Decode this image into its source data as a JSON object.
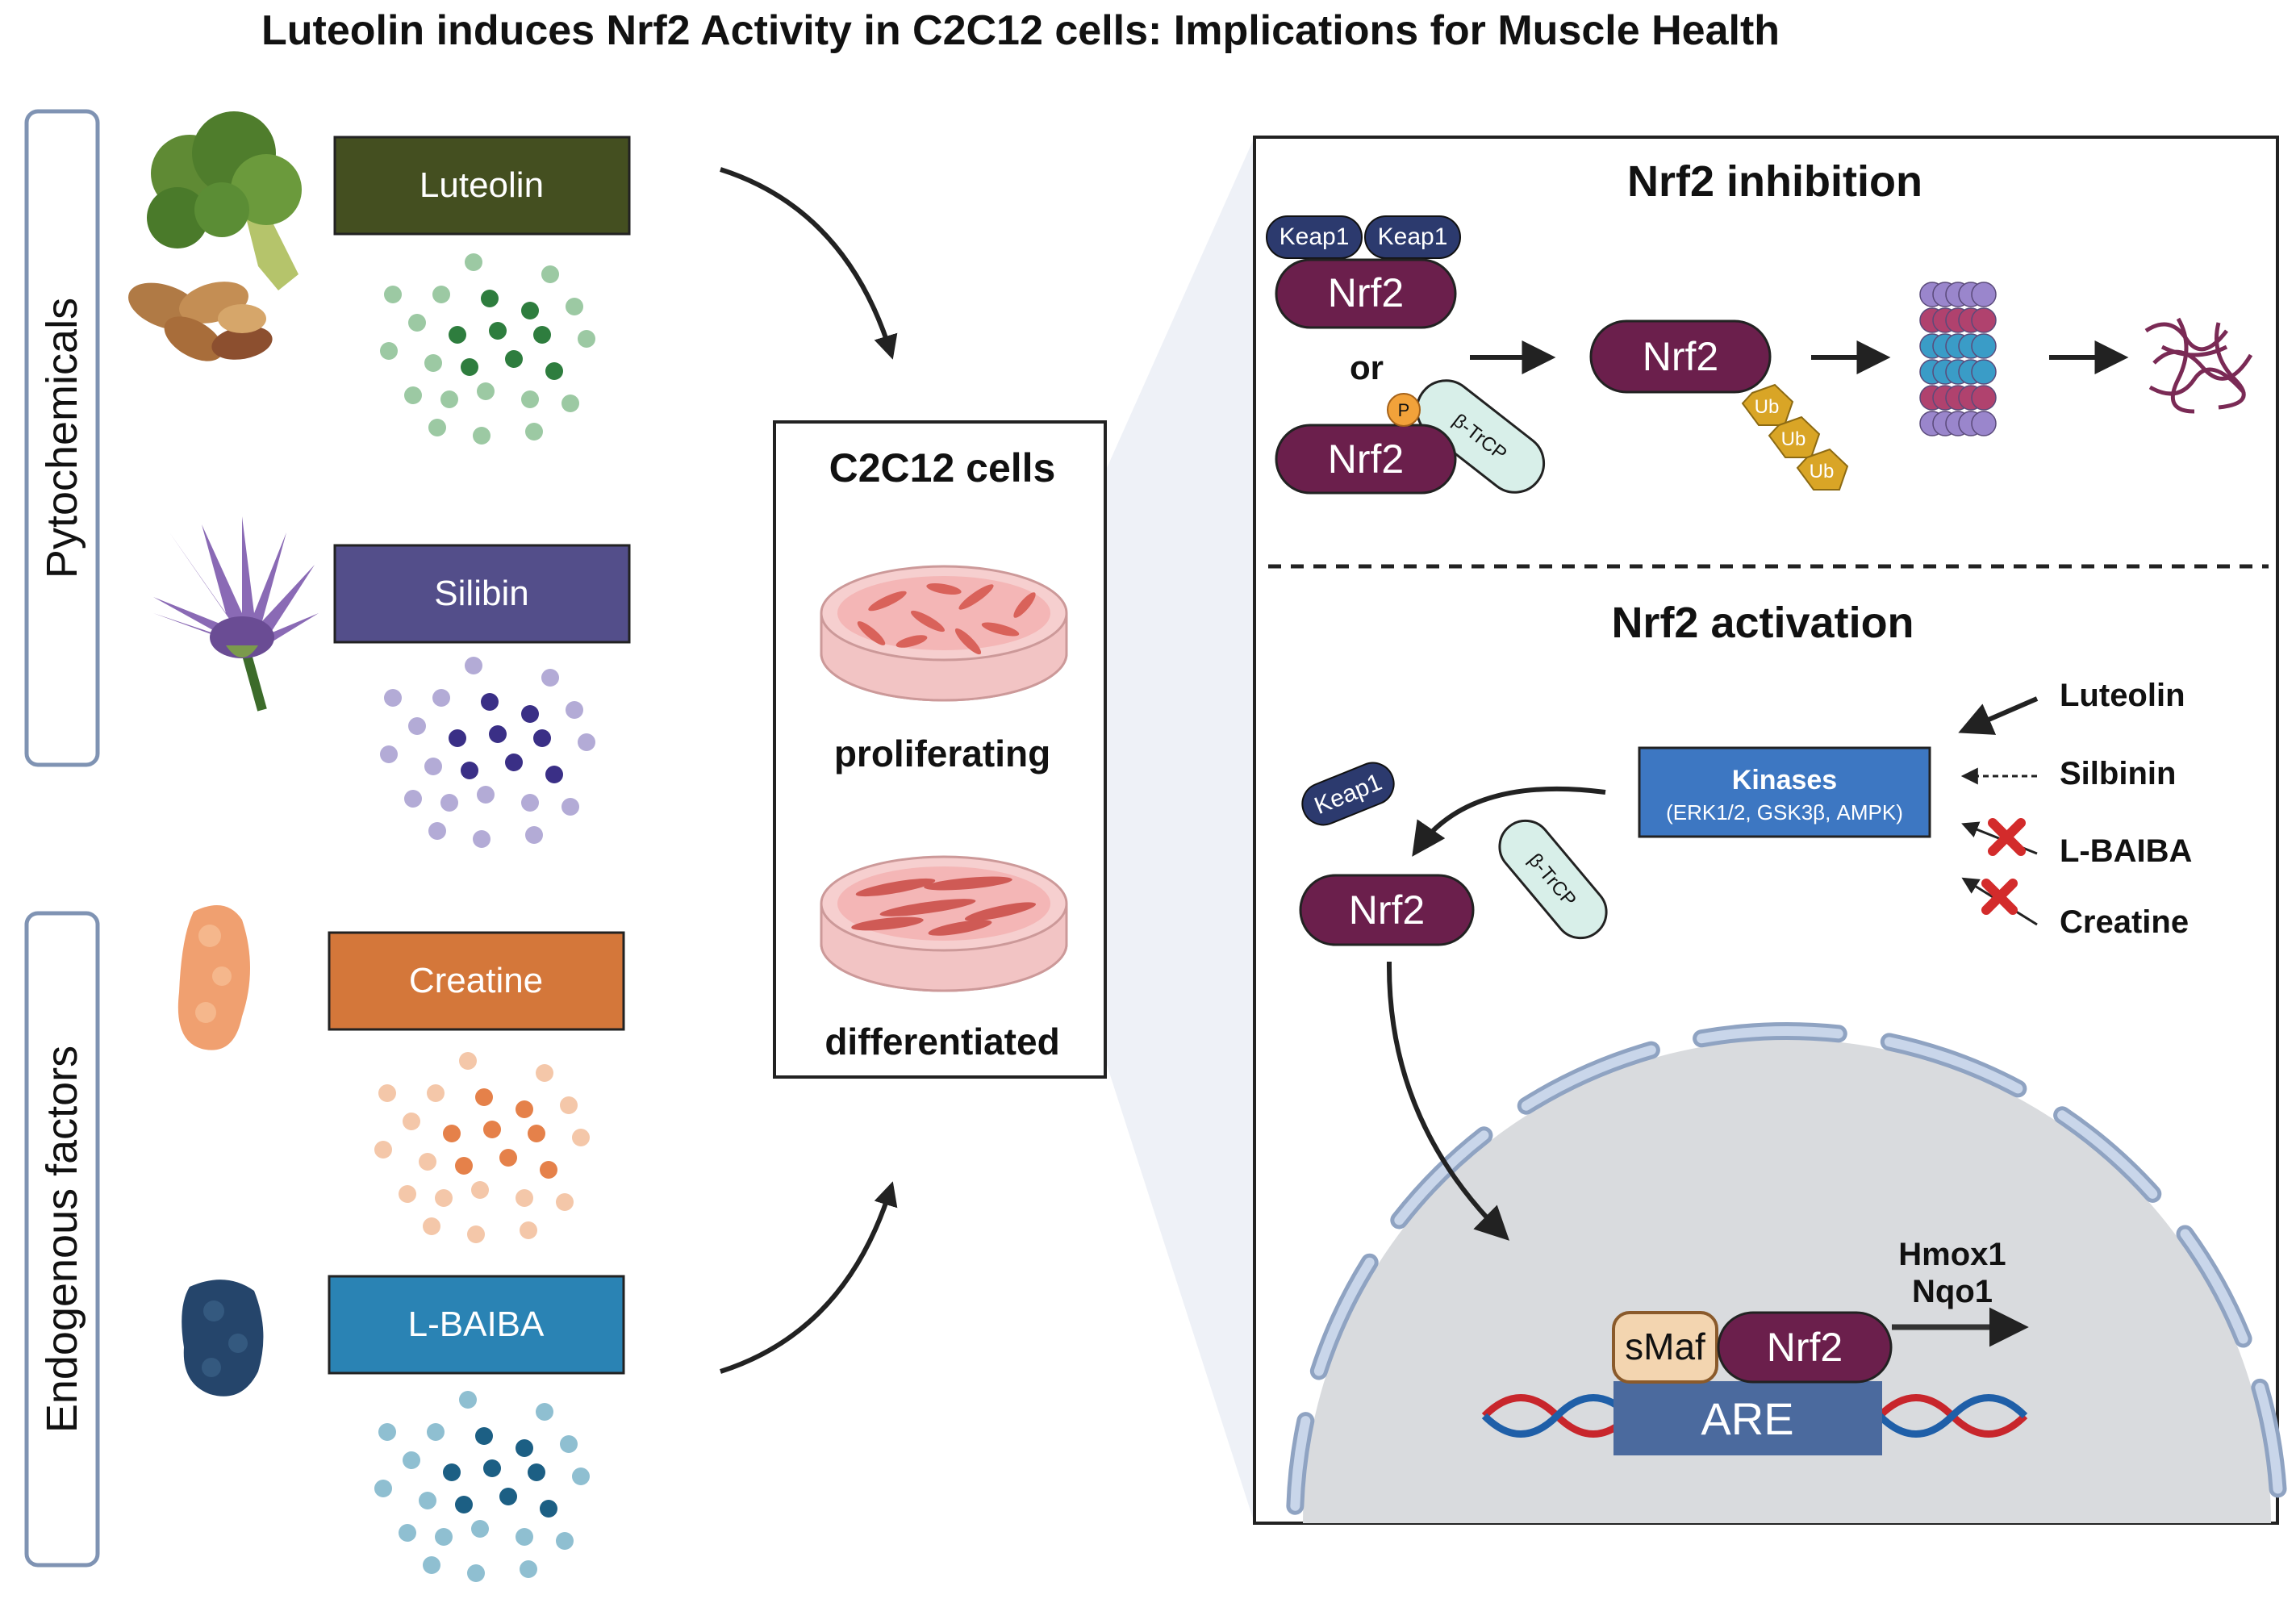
{
  "title": "Luteolin induces Nrf2 Activity in C2C12 cells: Implications for Muscle Health",
  "side_labels": {
    "phytochemicals": "Pytochemicals",
    "endogenous": "Endogenous factors"
  },
  "compounds": [
    {
      "label": "Luteolin",
      "box_color": "#444f20",
      "dot_dark": "#2e7d3e",
      "dot_light": "#9cc9a3",
      "icon": "broccoli-and-peanuts"
    },
    {
      "label": "Silibin",
      "box_color": "#534e8a",
      "dot_dark": "#3a2f86",
      "dot_light": "#b3abd6",
      "icon": "milk-thistle-flower"
    },
    {
      "label": "Creatine",
      "box_color": "#d4773a",
      "dot_dark": "#e5814a",
      "dot_light": "#f4c7a9",
      "icon": "creatine-molecule"
    },
    {
      "label": "L-BAIBA",
      "box_color": "#2a83b4",
      "dot_dark": "#1c5f84",
      "dot_light": "#8fbfd1",
      "icon": "l-baiba-molecule"
    }
  ],
  "cells": {
    "title": "C2C12 cells",
    "proliferating": "proliferating",
    "differentiated": "differentiated"
  },
  "inhibition": {
    "title": "Nrf2 inhibition",
    "keap1": "Keap1",
    "nrf2": "Nrf2",
    "or": "or",
    "p": "P",
    "btrcp": "β-TrCP",
    "ub": "Ub"
  },
  "activation": {
    "title": "Nrf2 activation",
    "kinases": "Kinases",
    "kinases_sub": "(ERK1/2, GSK3β, AMPK)",
    "keap1": "Keap1",
    "btrcp": "β-TrCP",
    "nrf2": "Nrf2",
    "smaf": "sMaf",
    "are": "ARE",
    "genes": [
      "Hmox1",
      "Nqo1"
    ],
    "inputs": [
      "Luteolin",
      "Silbinin",
      "L-BAIBA",
      "Creatine"
    ]
  },
  "colors": {
    "nrf2": "#6b1f4c",
    "keap1": "#2c3a6e",
    "kinases": "#3d77c2",
    "ub": "#d9a526",
    "block": "#d32b2b",
    "nucleus": "#d9dbde",
    "envelope": "#aebfd8"
  }
}
